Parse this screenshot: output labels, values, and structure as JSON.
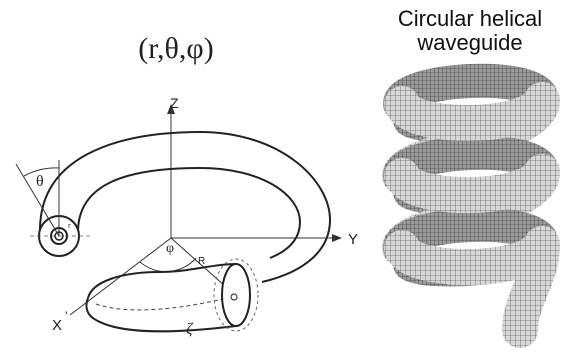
{
  "left_diagram": {
    "coord_label": "(r,θ,φ)",
    "axis_z": "Z",
    "axis_y": "Y",
    "axis_x": "X",
    "theta_label": "θ",
    "phi_label": "φ",
    "radius_label": "R",
    "r_label": "r",
    "zeta_label": "ζ"
  },
  "right_diagram": {
    "title_line1": "Circular helical",
    "title_line2": "waveguide"
  }
}
